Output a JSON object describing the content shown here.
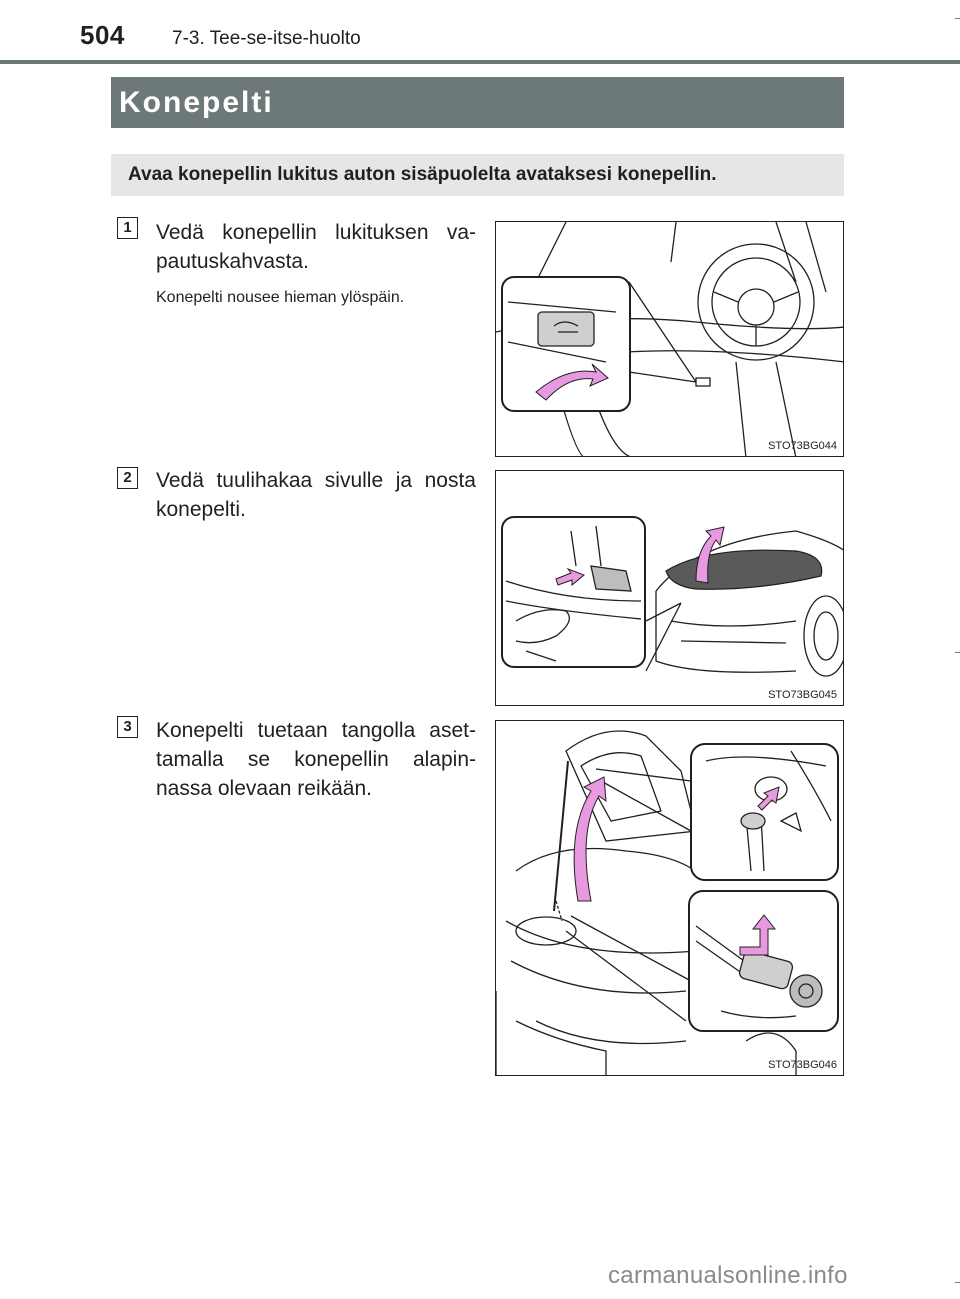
{
  "header": {
    "page_number": "504",
    "section": "7-3. Tee-se-itse-huolto"
  },
  "title": "Konepelti",
  "intro": "Avaa konepellin lukitus auton sisäpuolelta avataksesi konepellin.",
  "steps": [
    {
      "number": "1",
      "text": "Vedä konepellin lukituksen va-pautuskahvasta.",
      "note": "Konepelti nousee hieman ylöspäin.",
      "figure_code": "STO73BG044"
    },
    {
      "number": "2",
      "text": "Vedä tuulihakaa sivulle ja nosta konepelti.",
      "figure_code": "STO73BG045"
    },
    {
      "number": "3",
      "text": "Konepelti tuetaan tangolla aset-tamalla se konepellin alapin-nassa olevaan reikään.",
      "figure_code": "STO73BG046"
    }
  ],
  "colors": {
    "header_bar": "#6d7878",
    "intro_box": "#e6e6e6",
    "arrow_pink": "#e89ae0"
  },
  "watermark": "carmanualsonline.info"
}
